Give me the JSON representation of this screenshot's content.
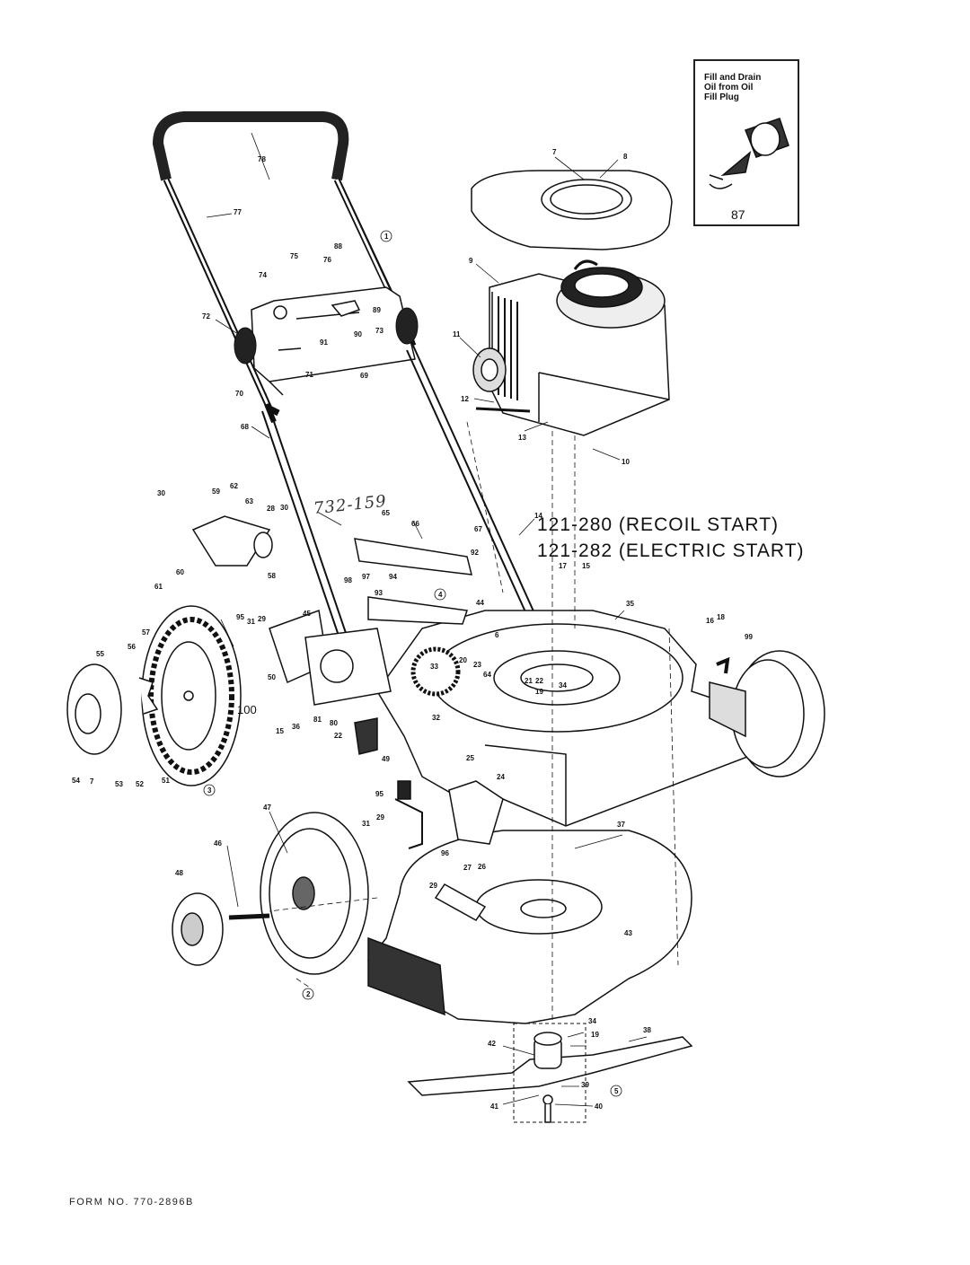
{
  "page": {
    "models": [
      "121-280 (RECOIL START)",
      "121-282 (ELECTRIC START)"
    ],
    "form_number": "FORM NO. 770-2896B",
    "handwritten_note": "732-159"
  },
  "inset": {
    "instruction": "Fill and Drain\nOil from Oil\nFill Plug",
    "part_number": "87"
  },
  "parts": {
    "p78": "78",
    "p77": "77",
    "p75": "75",
    "p76": "76",
    "p88": "88",
    "p74": "74",
    "p72": "72",
    "p89": "89",
    "p73": "73",
    "p90": "90",
    "p91": "91",
    "p71": "71",
    "p69": "69",
    "p70": "70",
    "p68": "68",
    "p7": "7",
    "p8": "8",
    "p9": "9",
    "p11": "11",
    "p12": "12",
    "p13": "13",
    "p10": "10",
    "p14": "14",
    "p17": "17",
    "p15": "15",
    "p35": "35",
    "p16": "16",
    "p18": "18",
    "p99": "99",
    "p30": "30",
    "p59": "59",
    "p62": "62",
    "p63": "63",
    "p28": "28",
    "p58": "58",
    "p60": "60",
    "p61": "61",
    "p65": "65",
    "p66": "66",
    "p67": "67",
    "p92": "92",
    "p98": "98",
    "p97": "97",
    "p94": "94",
    "p93": "93",
    "p44": "44",
    "p6": "6",
    "p20": "20",
    "p23": "23",
    "p21": "21",
    "p22": "22",
    "p19": "19",
    "p34": "34",
    "p33": "33",
    "p64": "64",
    "p32": "32",
    "p45": "45",
    "p95": "95",
    "p31": "31",
    "p29": "29",
    "p57": "57",
    "p55": "55",
    "p56": "56",
    "p50": "50",
    "p100": "100",
    "p36": "36",
    "p81": "81",
    "p80": "80",
    "p49": "49",
    "p54": "54",
    "p53": "53",
    "p52": "52",
    "p51": "51",
    "p25": "25",
    "p24": "24",
    "p37": "37",
    "p47": "47",
    "p46": "46",
    "p48": "48",
    "p96": "96",
    "p27": "27",
    "p26": "26",
    "p43": "43",
    "p42": "42",
    "p38": "38",
    "p39": "39",
    "p40": "40",
    "p41": "41",
    "c1": "1",
    "c2": "2",
    "c3": "3",
    "c4": "4",
    "c5": "5"
  }
}
